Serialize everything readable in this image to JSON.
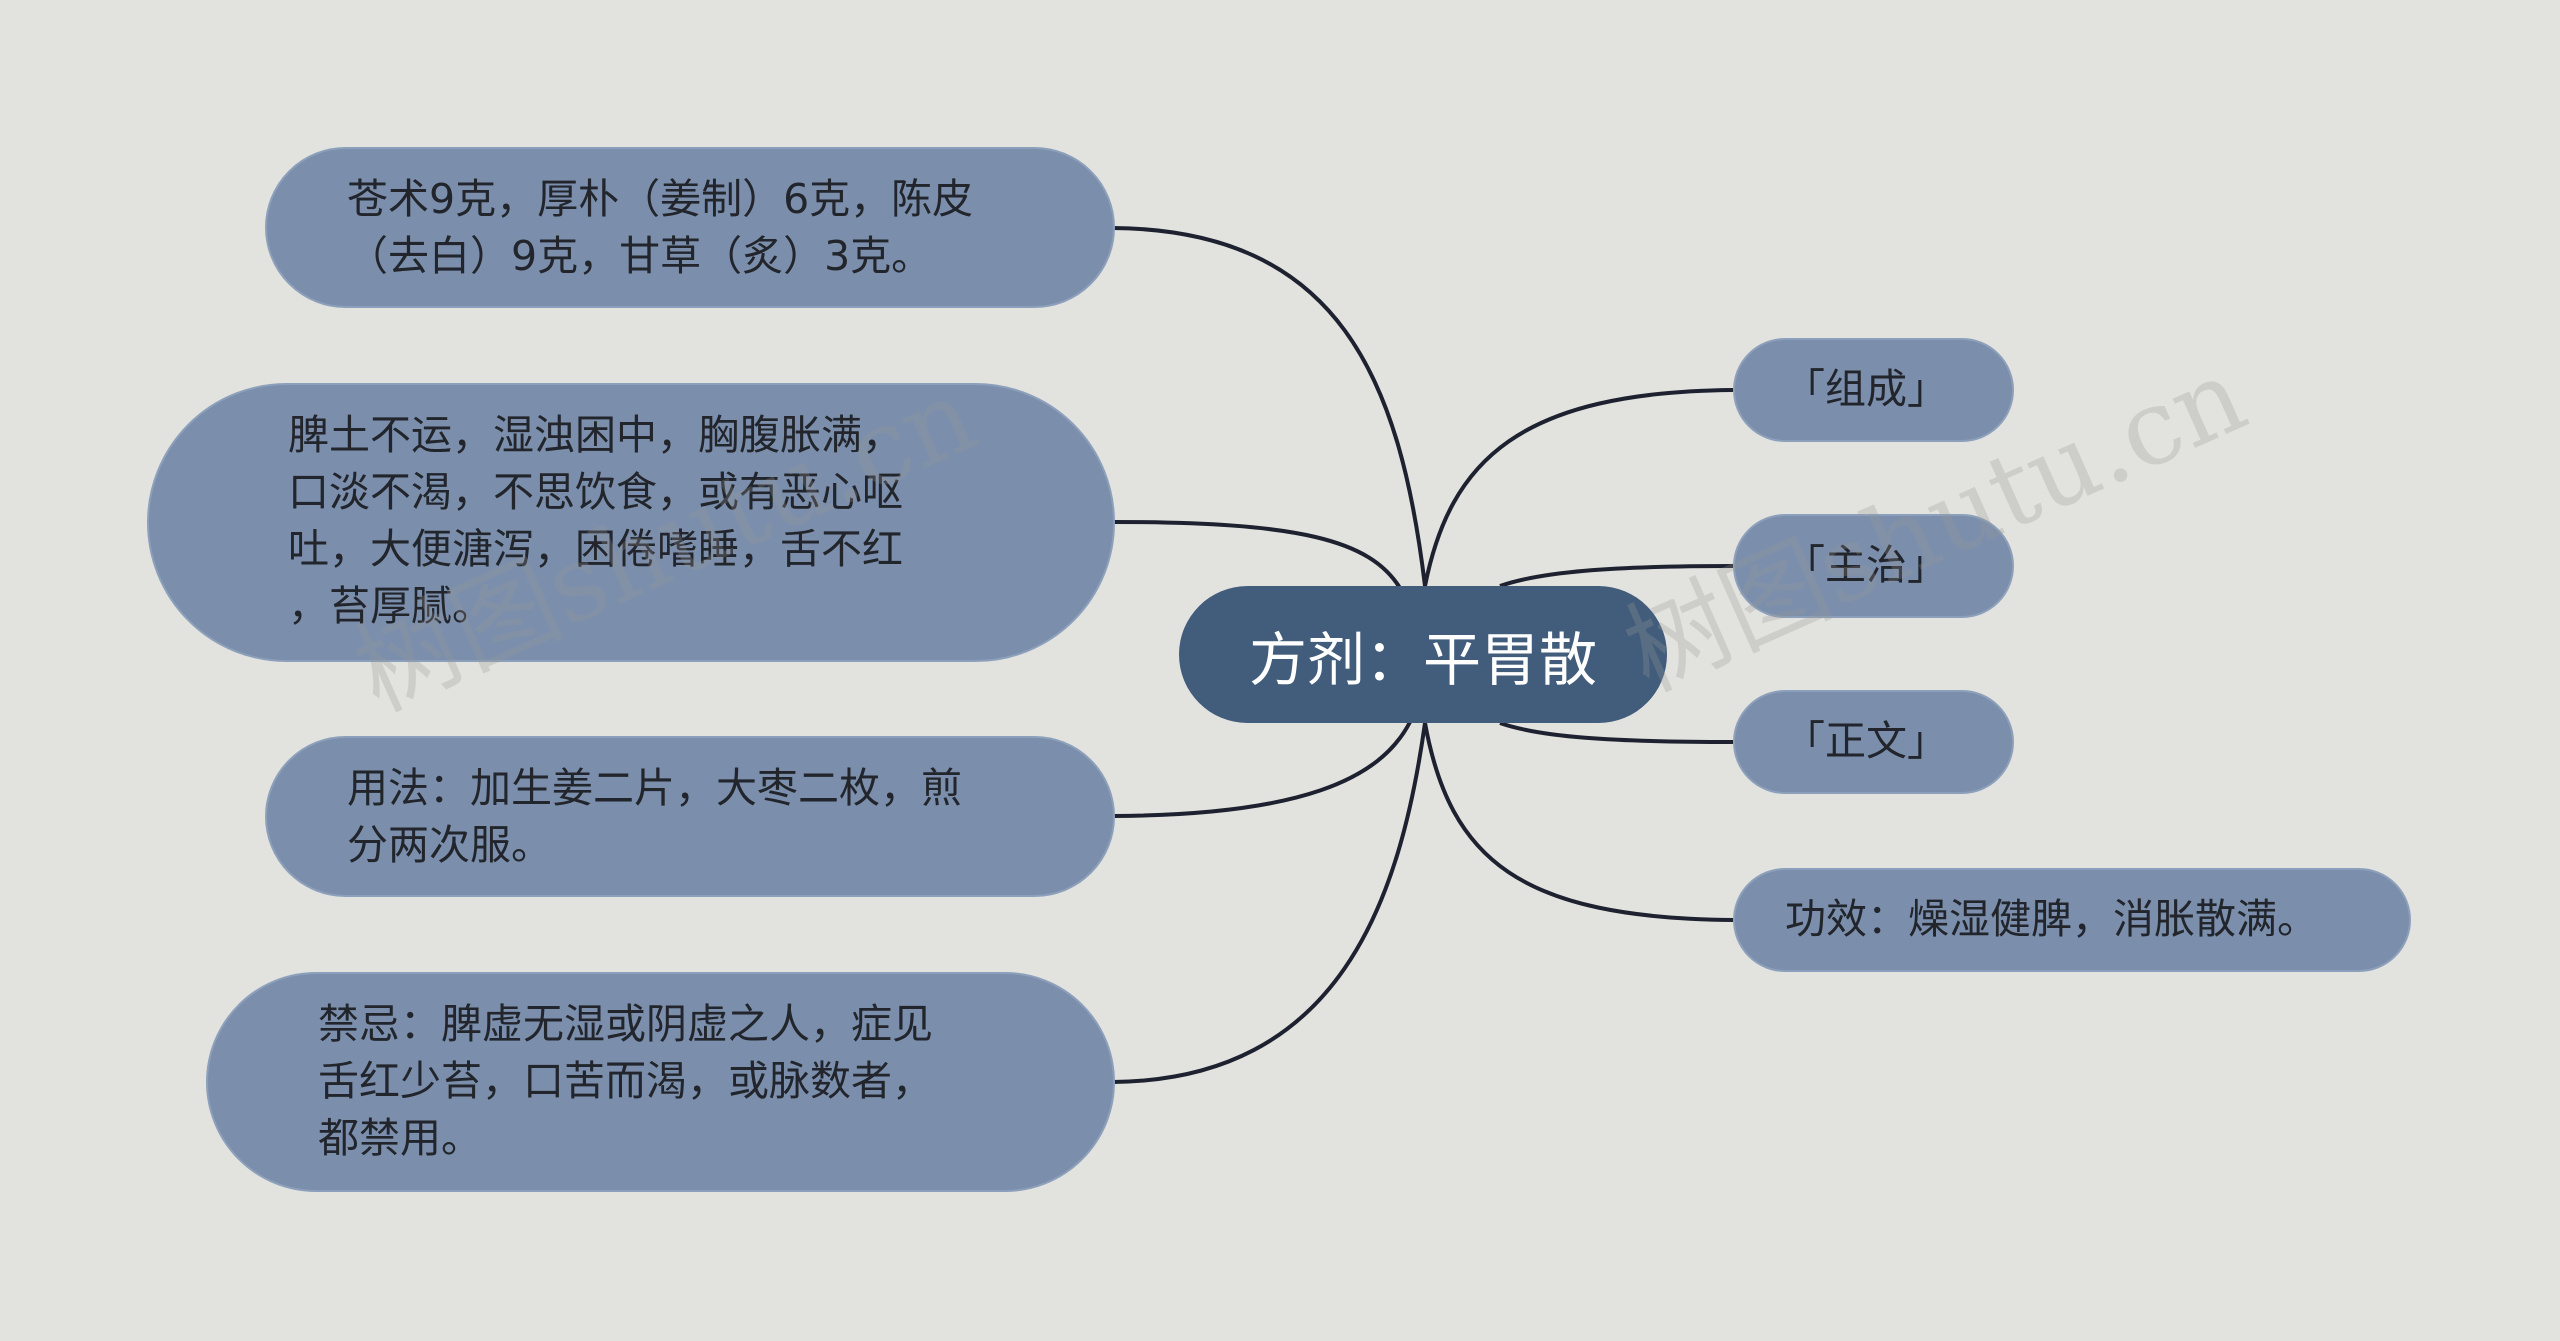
{
  "center": {
    "label": "方剂：平胃散"
  },
  "left_nodes": [
    {
      "text": "苍术9克，厚朴（姜制）6克，陈皮\n（去白）9克，甘草（炙）3克。"
    },
    {
      "text": "脾土不运，湿浊困中，胸腹胀满，\n口淡不渴，不思饮食，或有恶心呕\n吐，大便溏泻，困倦嗜睡，舌不红\n，苔厚腻。"
    },
    {
      "text": "用法：加生姜二片，大枣二枚，煎\n分两次服。"
    },
    {
      "text": "禁忌：脾虚无湿或阴虚之人，症见\n舌红少苔，口苦而渴，或脉数者，\n都禁用。"
    }
  ],
  "right_nodes": [
    {
      "text": "「组成」"
    },
    {
      "text": "「主治」"
    },
    {
      "text": "「正文」"
    },
    {
      "text": "功效：燥湿健脾，消胀散满。"
    }
  ],
  "watermarks": [
    "树图shutu.cn",
    "树图shutu.cn"
  ],
  "colors": {
    "background": "#e2e2de",
    "center": "#425d7c",
    "node": "#7b8fac",
    "edge": "#1e2230"
  }
}
